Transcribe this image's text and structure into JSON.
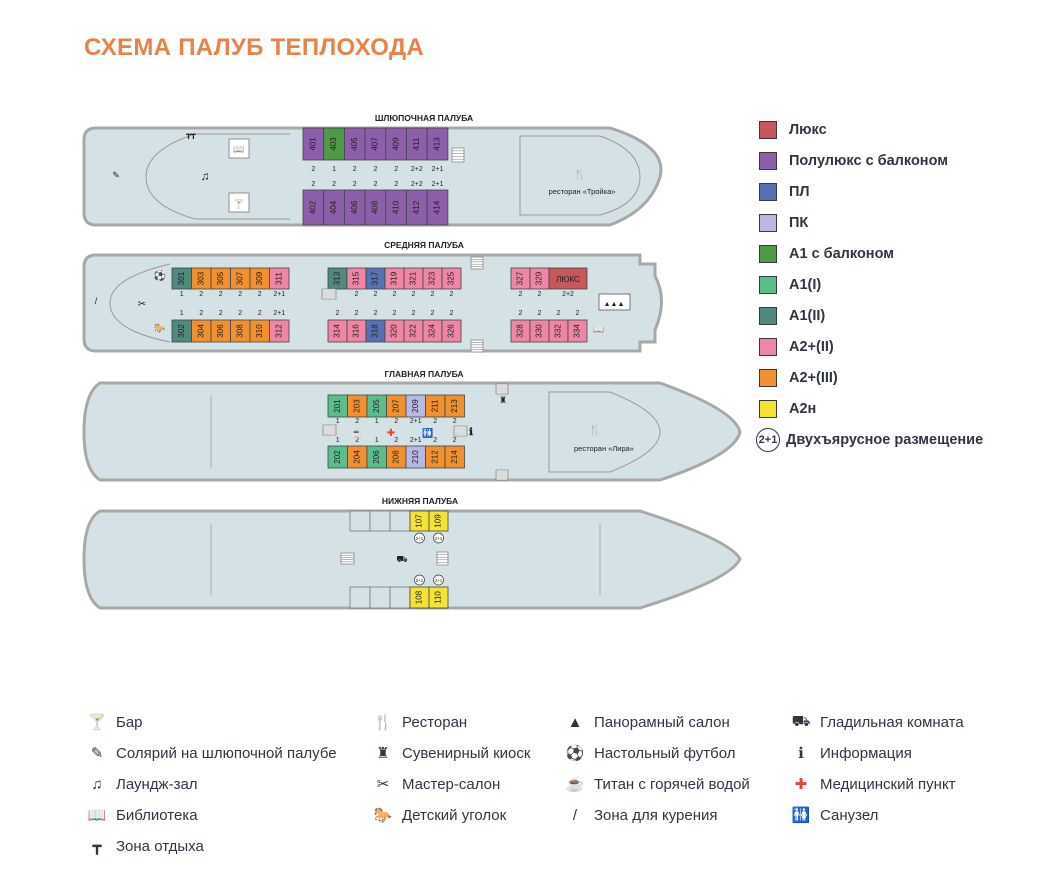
{
  "title": "СХЕМА ПАЛУБ ТЕПЛОХОДА",
  "colors": {
    "lux": "#c8575a",
    "semilux": "#8d5ea9",
    "pl": "#5672b3",
    "pk": "#b7b9e0",
    "a1_balcony": "#4e9a47",
    "a1_1": "#5bbd8c",
    "a1_2": "#4e8a80",
    "a2_2": "#ef86a6",
    "a2_3": "#f0902e",
    "a2n": "#f4e330",
    "hull": "#d4e2e6",
    "hull_stroke": "#a8a8a8"
  },
  "decks": {
    "boat": {
      "label": "ШЛЮПОЧНАЯ ПАЛУБА",
      "restaurant": "ресторан «Тройка»",
      "top": [
        {
          "n": "401",
          "c": "semilux",
          "b": "2"
        },
        {
          "n": "403",
          "c": "a1_balcony",
          "b": "1"
        },
        {
          "n": "405",
          "c": "semilux",
          "b": "2"
        },
        {
          "n": "407",
          "c": "semilux",
          "b": "2"
        },
        {
          "n": "409",
          "c": "semilux",
          "b": "2"
        },
        {
          "n": "411",
          "c": "semilux",
          "b": "2+2"
        },
        {
          "n": "413",
          "c": "semilux",
          "b": "2+1"
        }
      ],
      "bottom": [
        {
          "n": "402",
          "c": "semilux",
          "b": "2"
        },
        {
          "n": "404",
          "c": "semilux",
          "b": "2"
        },
        {
          "n": "406",
          "c": "semilux",
          "b": "2"
        },
        {
          "n": "408",
          "c": "semilux",
          "b": "2"
        },
        {
          "n": "410",
          "c": "semilux",
          "b": "2"
        },
        {
          "n": "412",
          "c": "semilux",
          "b": "2+2"
        },
        {
          "n": "414",
          "c": "semilux",
          "b": "2+1"
        }
      ]
    },
    "middle": {
      "label": "СРЕДНЯЯ ПАЛУБА",
      "lux_label": "ЛЮКС",
      "top_a": [
        {
          "n": "301",
          "c": "a1_2",
          "b": "1"
        },
        {
          "n": "303",
          "c": "a2_3",
          "b": "2"
        },
        {
          "n": "305",
          "c": "a2_3",
          "b": "2"
        },
        {
          "n": "307",
          "c": "a2_3",
          "b": "2"
        },
        {
          "n": "309",
          "c": "a2_3",
          "b": "2"
        },
        {
          "n": "311",
          "c": "a2_2",
          "b": "2+1"
        }
      ],
      "bottom_a": [
        {
          "n": "302",
          "c": "a1_2",
          "b": "1"
        },
        {
          "n": "304",
          "c": "a2_3",
          "b": "2"
        },
        {
          "n": "306",
          "c": "a2_3",
          "b": "2"
        },
        {
          "n": "308",
          "c": "a2_3",
          "b": "2"
        },
        {
          "n": "310",
          "c": "a2_3",
          "b": "2"
        },
        {
          "n": "312",
          "c": "a2_2",
          "b": "2+1"
        }
      ],
      "top_b": [
        {
          "n": "313",
          "c": "a1_2",
          "b": ""
        },
        {
          "n": "315",
          "c": "a2_2",
          "b": "2"
        },
        {
          "n": "317",
          "c": "pl",
          "b": "2"
        },
        {
          "n": "319",
          "c": "a2_2",
          "b": "2"
        },
        {
          "n": "321",
          "c": "a2_2",
          "b": "2"
        },
        {
          "n": "323",
          "c": "a2_2",
          "b": "2"
        },
        {
          "n": "325",
          "c": "a2_2",
          "b": "2"
        }
      ],
      "bottom_b": [
        {
          "n": "314",
          "c": "a2_2",
          "b": "2"
        },
        {
          "n": "316",
          "c": "a2_2",
          "b": "2"
        },
        {
          "n": "318",
          "c": "pl",
          "b": "2"
        },
        {
          "n": "320",
          "c": "a2_2",
          "b": "2"
        },
        {
          "n": "322",
          "c": "a2_2",
          "b": "2"
        },
        {
          "n": "324",
          "c": "a2_2",
          "b": "2"
        },
        {
          "n": "326",
          "c": "a2_2",
          "b": "2"
        }
      ],
      "top_c": [
        {
          "n": "327",
          "c": "a2_2",
          "b": "2"
        },
        {
          "n": "329",
          "c": "a2_2",
          "b": "2"
        }
      ],
      "lux_b": "2+2",
      "bottom_c": [
        {
          "n": "328",
          "c": "a2_2",
          "b": "2"
        },
        {
          "n": "330",
          "c": "a2_2",
          "b": "2"
        },
        {
          "n": "332",
          "c": "a2_2",
          "b": "2"
        },
        {
          "n": "334",
          "c": "a2_2",
          "b": "2"
        }
      ]
    },
    "main": {
      "label": "ГЛАВНАЯ ПАЛУБА",
      "restaurant": "ресторан «Лира»",
      "top": [
        {
          "n": "201",
          "c": "a1_1",
          "b": "1"
        },
        {
          "n": "203",
          "c": "a2_3",
          "b": "2"
        },
        {
          "n": "205",
          "c": "a1_1",
          "b": "1"
        },
        {
          "n": "207",
          "c": "a2_3",
          "b": "2"
        },
        {
          "n": "209",
          "c": "pk",
          "b": "2+1"
        },
        {
          "n": "211",
          "c": "a2_3",
          "b": "2"
        },
        {
          "n": "213",
          "c": "a2_3",
          "b": "2"
        }
      ],
      "bottom": [
        {
          "n": "202",
          "c": "a1_1",
          "b": "1"
        },
        {
          "n": "204",
          "c": "a2_3",
          "b": "2"
        },
        {
          "n": "206",
          "c": "a1_1",
          "b": "1"
        },
        {
          "n": "208",
          "c": "a2_3",
          "b": "2"
        },
        {
          "n": "210",
          "c": "pk",
          "b": "2+1"
        },
        {
          "n": "212",
          "c": "a2_3",
          "b": "2"
        },
        {
          "n": "214",
          "c": "a2_3",
          "b": "2"
        }
      ]
    },
    "lower": {
      "label": "НИЖНЯЯ ПАЛУБА",
      "top": [
        {
          "n": "107",
          "c": "a2n",
          "b": "2+1"
        },
        {
          "n": "109",
          "c": "a2n",
          "b": "2+1"
        }
      ],
      "bottom": [
        {
          "n": "108",
          "c": "a2n",
          "b": "2+1"
        },
        {
          "n": "110",
          "c": "a2n",
          "b": "2+1"
        }
      ]
    }
  },
  "legend": [
    {
      "label": "Люкс",
      "color": "lux"
    },
    {
      "label": "Полулюкс с балконом",
      "color": "semilux"
    },
    {
      "label": "ПЛ",
      "color": "pl"
    },
    {
      "label": "ПК",
      "color": "pk"
    },
    {
      "label": "А1 с балконом",
      "color": "a1_balcony"
    },
    {
      "label": "А1(I)",
      "color": "a1_1"
    },
    {
      "label": "А1(II)",
      "color": "a1_2"
    },
    {
      "label": "А2+(II)",
      "color": "a2_2"
    },
    {
      "label": "А2+(III)",
      "color": "a2_3"
    },
    {
      "label": "А2н",
      "color": "a2n"
    }
  ],
  "legend_bunk": {
    "symbol": "2+1",
    "label": "Двухъярусное размещение"
  },
  "icon_legend": [
    {
      "icon": "bar-icon",
      "label": "Бар"
    },
    {
      "icon": "solarium-icon",
      "label": "Солярий на шлюпочной палубе"
    },
    {
      "icon": "music-lounge-icon",
      "label": "Лаундж-зал"
    },
    {
      "icon": "library-icon",
      "label": "Библиотека"
    },
    {
      "icon": "rest-zone-icon",
      "label": "Зона отдыха"
    },
    {
      "icon": "restaurant-icon",
      "label": "Ресторан"
    },
    {
      "icon": "souvenir-icon",
      "label": "Сувенирный киоск"
    },
    {
      "icon": "master-salon-icon",
      "label": "Мастер-салон"
    },
    {
      "icon": "kids-corner-icon",
      "label": "Детский уголок"
    },
    {
      "icon": "panorama-salon-icon",
      "label": "Панорамный салон"
    },
    {
      "icon": "table-football-icon",
      "label": "Настольный футбол"
    },
    {
      "icon": "boiler-icon",
      "label": "Титан с горячей водой"
    },
    {
      "icon": "smoking-zone-icon",
      "label": "Зона для курения"
    },
    {
      "icon": "ironing-room-icon",
      "label": "Гладильная комната"
    },
    {
      "icon": "info-icon",
      "label": "Информация"
    },
    {
      "icon": "medical-icon",
      "label": "Медицинский пункт"
    },
    {
      "icon": "wc-icon",
      "label": "Санузел"
    }
  ]
}
